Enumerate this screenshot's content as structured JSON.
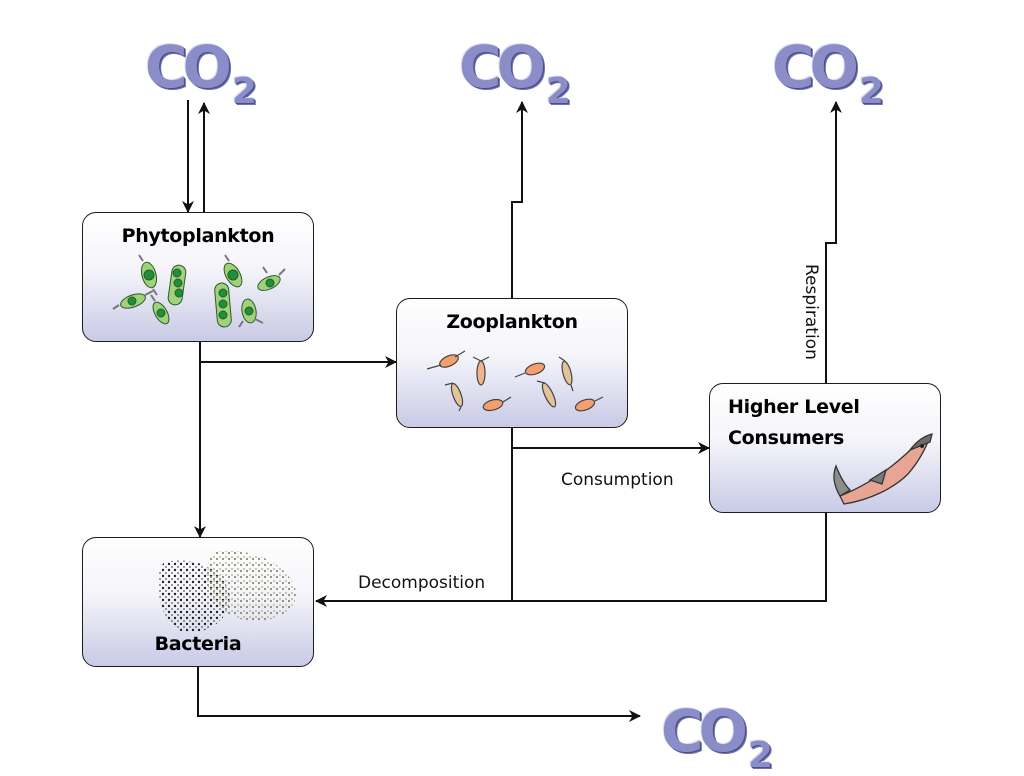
{
  "nodes": {
    "phytoplankton": "Phytoplankton",
    "zooplankton": "Zooplankton",
    "higher_level_consumers_line1": "Higher Level",
    "higher_level_consumers_line2": "Consumers",
    "bacteria": "Bacteria"
  },
  "co2": {
    "main": "CO",
    "subscript": "2"
  },
  "edge_labels": {
    "respiration": "Respiration",
    "consumption": "Consumption",
    "decomposition": "Decomposition"
  },
  "icons": {
    "phytoplankton": "phytoplankton-cells-icon",
    "zooplankton": "copepod-icon",
    "consumers": "salmon-icon",
    "bacteria": "bacteria-cluster-icon"
  },
  "colors": {
    "co2": "#8b8dc8",
    "box_gradient_bottom": "#c9cae6",
    "algae_fill": "#9fd27a",
    "algae_nucleus": "#1e8f3a",
    "zooplankton_fill": "#f4a06e",
    "fish_body": "#e8a593"
  }
}
